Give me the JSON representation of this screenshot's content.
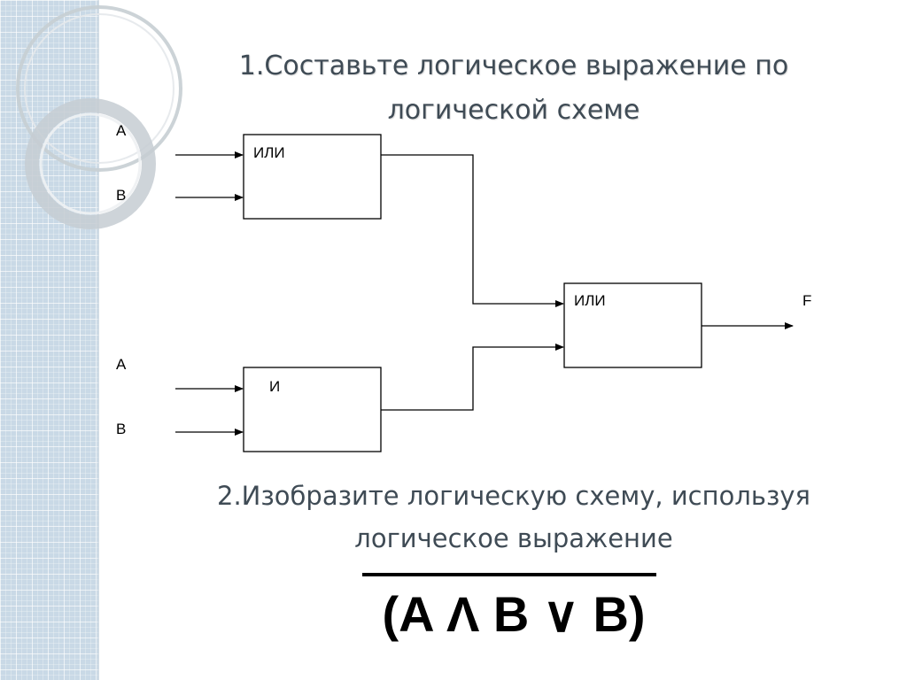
{
  "title": {
    "line1": "1.Составьте логическое выражение по",
    "line2": "логической схеме"
  },
  "diagram": {
    "input_a_top": "A",
    "input_b_top": "B",
    "gate1_label": "ИЛИ",
    "input_a_bottom": "A",
    "input_b_bottom": "B",
    "gate2_label": "И",
    "gate3_label": "ИЛИ",
    "output_label": "F"
  },
  "task2": {
    "line1": "2.Изобразите логическую схему, используя",
    "line2": "логическое выражение"
  },
  "expression": "(A Λ B ∨ B)"
}
